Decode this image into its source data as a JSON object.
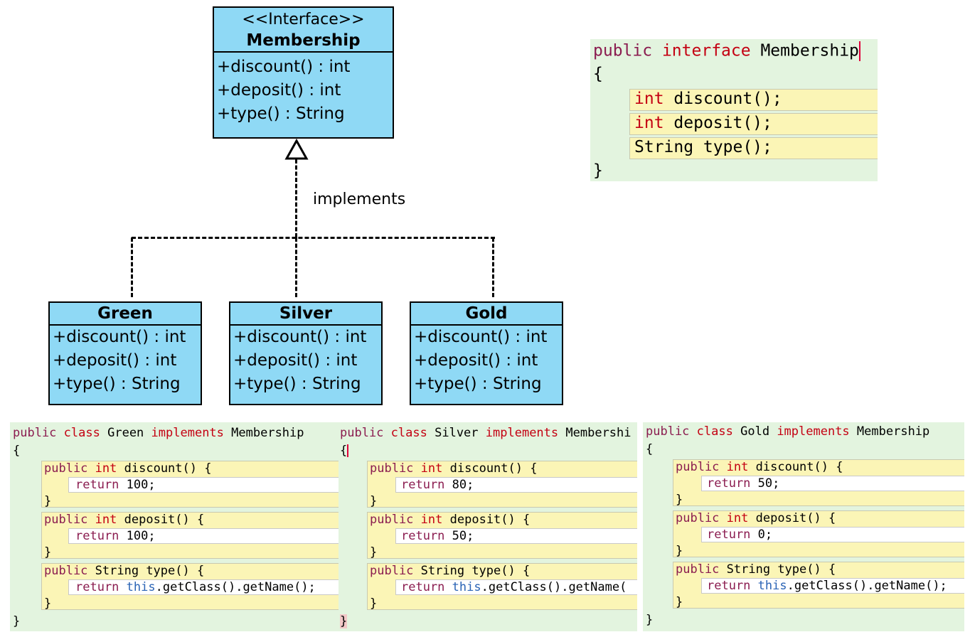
{
  "uml": {
    "interface": {
      "stereotype": "<<Interface>>",
      "name": "Membership",
      "methods": [
        "+discount() : int",
        "+deposit() : int",
        "+type() : String"
      ]
    },
    "relation_label": "implements",
    "classes": [
      {
        "name": "Green",
        "methods": [
          "+discount() : int",
          "+deposit() : int",
          "+type() : String"
        ]
      },
      {
        "name": "Silver",
        "methods": [
          "+discount() : int",
          "+deposit() : int",
          "+type() : String"
        ]
      },
      {
        "name": "Gold",
        "methods": [
          "+discount() : int",
          "+deposit() : int",
          "+type() : String"
        ]
      }
    ]
  },
  "interface_code": {
    "kw_public": "public",
    "kw_interface": "interface",
    "name": "Membership",
    "open": "{",
    "close": "}",
    "kw_int": "int",
    "discount": "discount();",
    "deposit": "deposit();",
    "type_line": "String type();"
  },
  "class_code": {
    "kw_public": "public",
    "kw_class": "class",
    "kw_implements": "implements",
    "kw_int": "int",
    "kw_return": "return",
    "kw_this": "this",
    "iface": "Membership",
    "iface_silver": "Membershi",
    "open": "{",
    "close": "}",
    "discount_sig": "discount() {",
    "deposit_sig": "deposit() {",
    "type_sig": "String type() {",
    "type_return": ".getClass().getName();",
    "type_return_silver": ".getClass().getName(",
    "green": {
      "name": "Green",
      "discount": "100;",
      "deposit": "100;"
    },
    "silver": {
      "name": "Silver",
      "discount": "80;",
      "deposit": "50;"
    },
    "gold": {
      "name": "Gold",
      "discount": "50;",
      "deposit": "0;"
    }
  }
}
